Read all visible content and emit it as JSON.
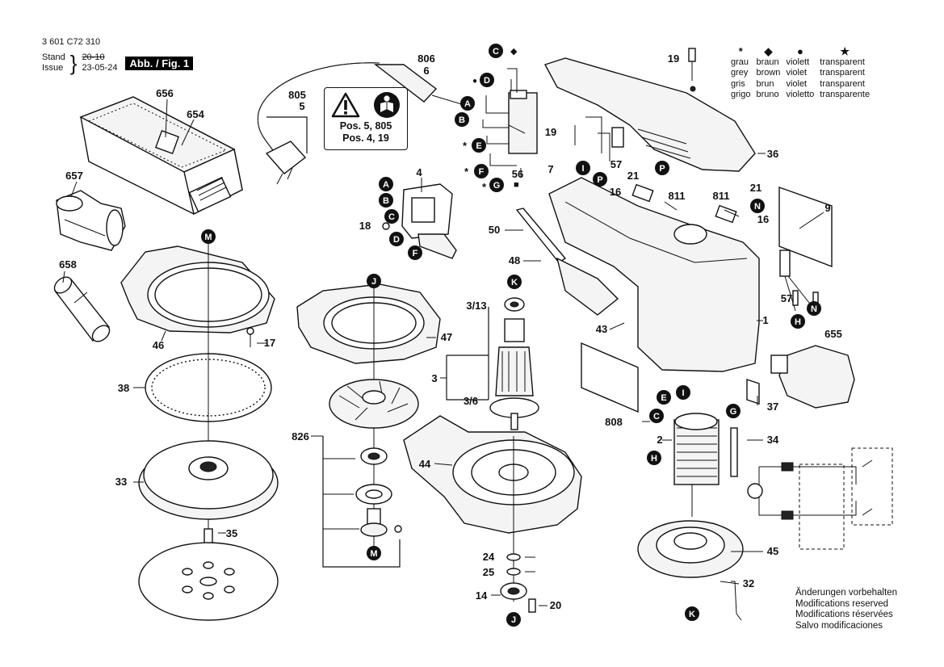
{
  "header": {
    "part_code": "3 601 C72 310",
    "stand_label": "Stand",
    "issue_label": "Issue",
    "stand_value": "20-10",
    "issue_value": "23-05-24",
    "figure_badge": "Abb. / Fig. 1"
  },
  "warning_box": {
    "line1": "Pos. 5, 805",
    "line2": "Pos. 4, 19",
    "icons": [
      "warning-triangle-icon",
      "read-manual-icon"
    ]
  },
  "color_legend": {
    "symbols": [
      "*",
      "◆",
      "●",
      "★"
    ],
    "rows": [
      [
        "grau",
        "braun",
        "violett",
        "transparent"
      ],
      [
        "grey",
        "brown",
        "violet",
        "transparent"
      ],
      [
        "gris",
        "brun",
        "violet",
        "transparent"
      ],
      [
        "grigo",
        "bruno",
        "violetto",
        "transparente"
      ]
    ]
  },
  "modifications": [
    "Änderungen vorbehalten",
    "Modifications reserved",
    "Modifications réservées",
    "Salvo modificaciones"
  ],
  "part_numbers": {
    "p656": "656",
    "p654": "654",
    "p657": "657",
    "p658": "658",
    "p806": "806",
    "p6": "6",
    "p805": "805",
    "p5": "5",
    "p4": "4",
    "p18": "18",
    "p19a": "19",
    "p19b": "19",
    "p7": "7",
    "p56": "56",
    "p57a": "57",
    "p57b": "57",
    "p21a": "21",
    "p21b": "21",
    "p16a": "16",
    "p16b": "16",
    "p811a": "811",
    "p811b": "811",
    "p36": "36",
    "p9": "9",
    "p50": "50",
    "p48": "48",
    "p1": "1",
    "p43": "43",
    "p655": "655",
    "p808": "808",
    "p37": "37",
    "p2": "2",
    "p34": "34",
    "p45": "45",
    "p32": "32",
    "p46": "46",
    "p17": "17",
    "p38": "38",
    "p33": "33",
    "p35": "35",
    "p47": "47",
    "p826": "826",
    "p3_13": "3/13",
    "p3": "3",
    "p3_6": "3/6",
    "p44": "44",
    "p24": "24",
    "p25": "25",
    "p14": "14",
    "p20": "20"
  },
  "callouts": {
    "A": "A",
    "B": "B",
    "C": "C",
    "D": "D",
    "E": "E",
    "F": "F",
    "G": "G",
    "H": "H",
    "I": "I",
    "J": "J",
    "K": "K",
    "M": "M",
    "N": "N",
    "P": "P"
  },
  "marker_symbols": {
    "dot": "●",
    "diamond": "◆",
    "star": "*",
    "square": "■"
  }
}
